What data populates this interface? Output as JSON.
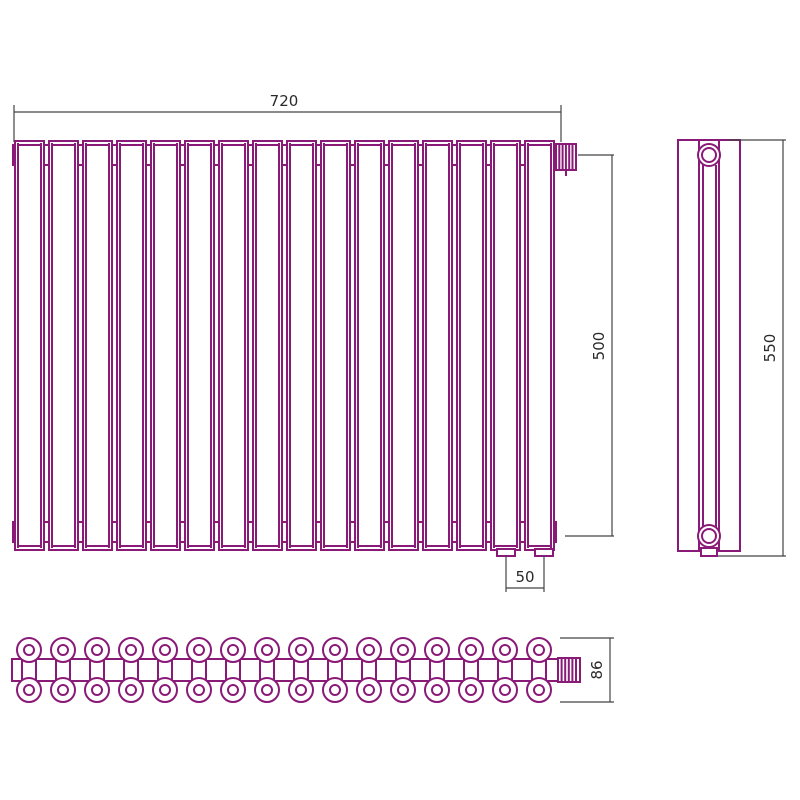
{
  "dimensions": {
    "width": "720",
    "connection_height": "500",
    "total_height": "550",
    "connector_spacing": "50",
    "depth": "86"
  },
  "sections": {
    "count": 16
  },
  "colors": {
    "outline": "#8a1a78",
    "dimension_line": "#444444",
    "background": "#ffffff"
  }
}
